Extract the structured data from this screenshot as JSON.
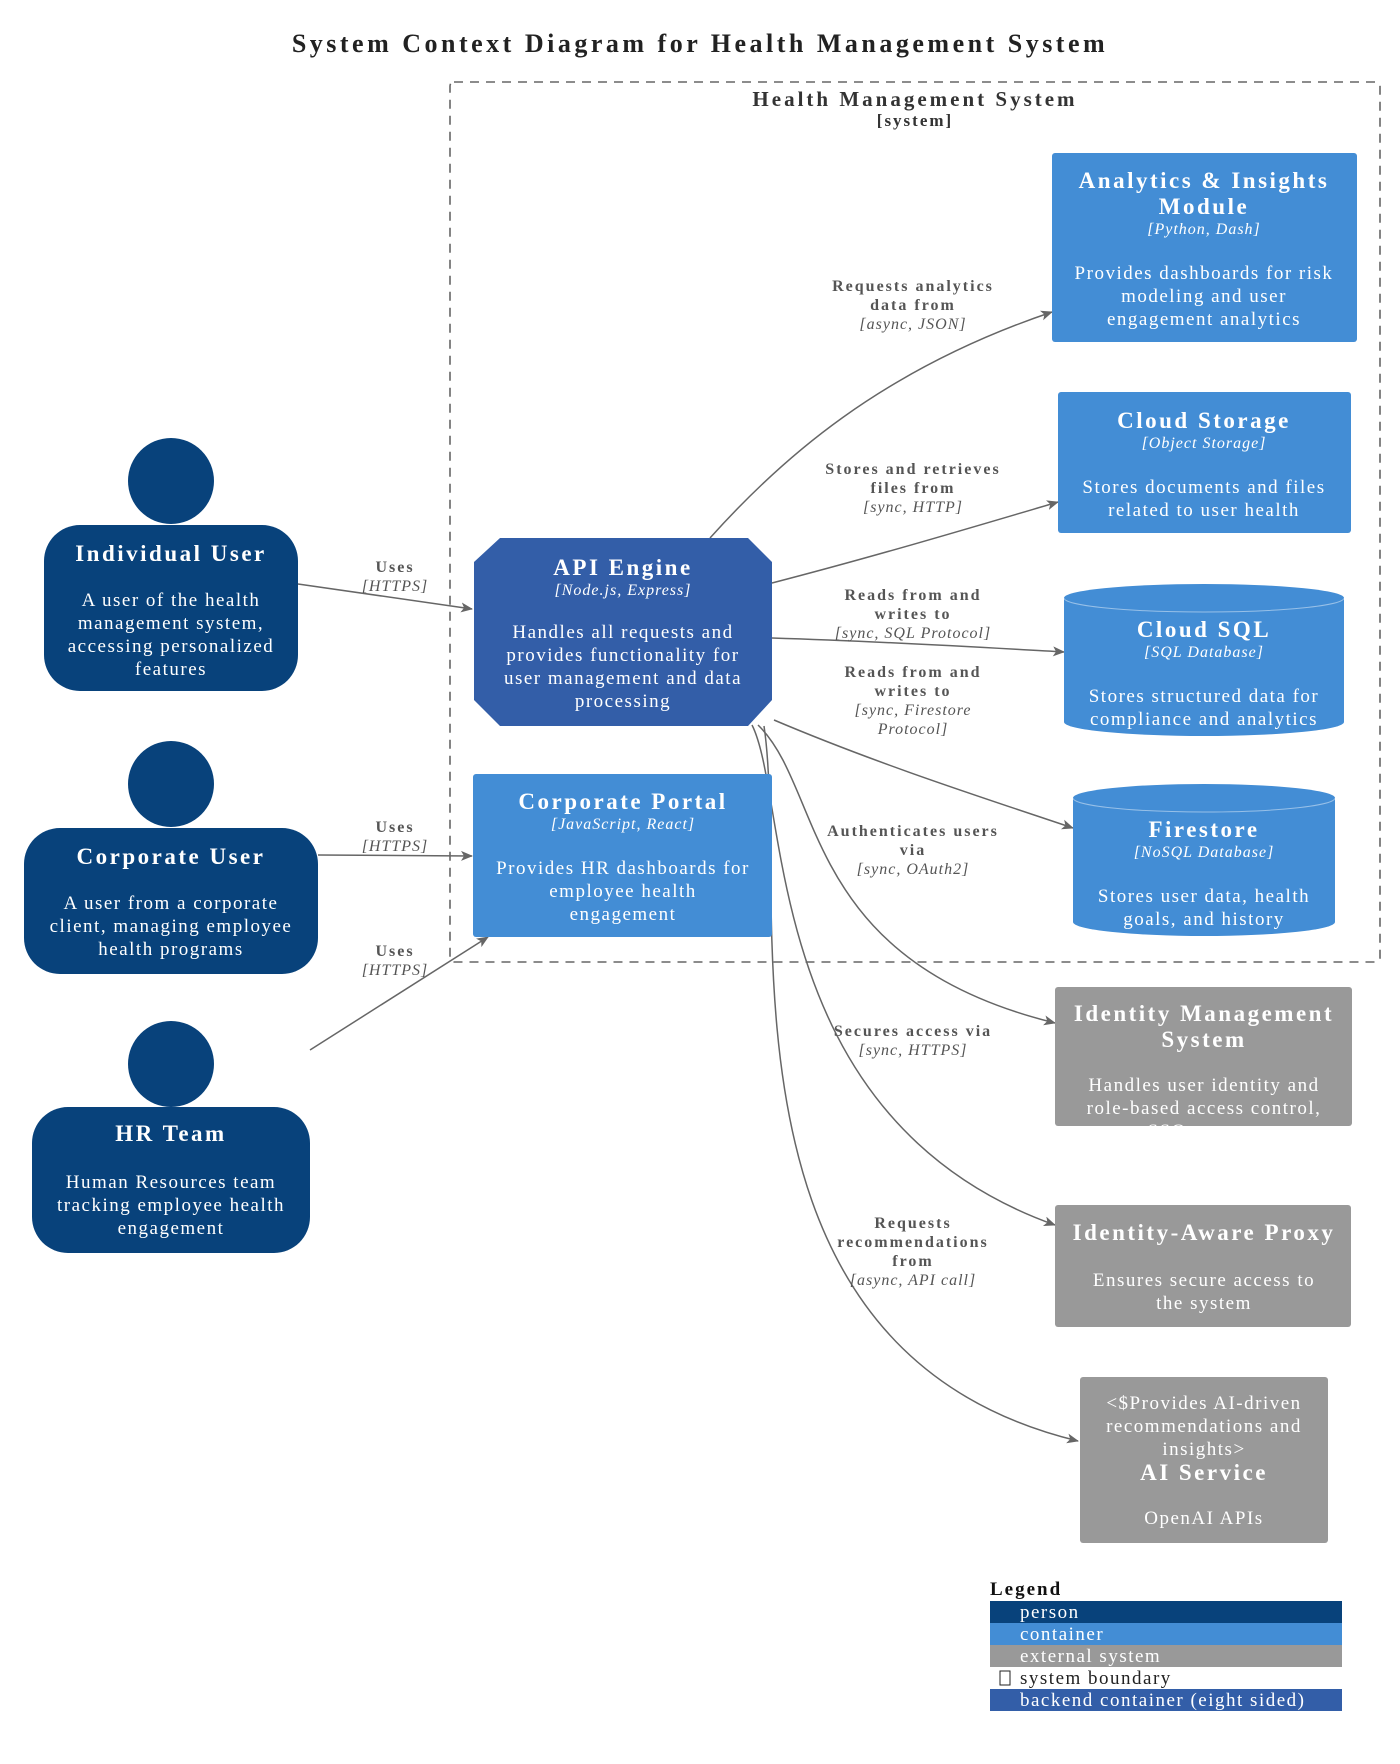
{
  "title": "System Context Diagram for Health Management System",
  "boundary": {
    "name": "Health Management System",
    "kind": "[system]"
  },
  "colors": {
    "person": "#08427b",
    "container": "#438dd5",
    "backend": "#335ea8",
    "external": "#999999",
    "edge": "#666666",
    "boundary_stroke": "#666666"
  },
  "persons": [
    {
      "id": "individual",
      "name": "Individual User",
      "desc": [
        "A user of the health",
        "management system,",
        "accessing personalized",
        "features"
      ]
    },
    {
      "id": "corporate",
      "name": "Corporate User",
      "desc": [
        "A user from a corporate",
        "client, managing employee",
        "health programs"
      ]
    },
    {
      "id": "hr",
      "name": "HR Team",
      "desc": [
        "Human Resources team",
        "tracking employee health",
        "engagement"
      ]
    }
  ],
  "containers": [
    {
      "id": "api",
      "name": "API Engine",
      "tech": "[Node.js, Express]",
      "desc": [
        "Handles all requests and",
        "provides functionality for",
        "user management and data",
        "processing"
      ]
    },
    {
      "id": "portal",
      "name": "Corporate Portal",
      "tech": "[JavaScript, React]",
      "desc": [
        "Provides HR dashboards for",
        "employee health",
        "engagement"
      ]
    },
    {
      "id": "analytics",
      "name_lines": [
        "Analytics & Insights",
        "Module"
      ],
      "tech": "[Python, Dash]",
      "desc": [
        "Provides dashboards for risk",
        "modeling and user",
        "engagement analytics"
      ]
    },
    {
      "id": "storage",
      "name": "Cloud Storage",
      "tech": "[Object Storage]",
      "desc": [
        "Stores documents and files",
        "related to user health"
      ]
    },
    {
      "id": "sql",
      "name": "Cloud SQL",
      "tech": "[SQL Database]",
      "desc": [
        "Stores structured data for",
        "compliance and analytics"
      ]
    },
    {
      "id": "firestore",
      "name": "Firestore",
      "tech": "[NoSQL Database]",
      "desc": [
        "Stores user data, health",
        "goals, and history"
      ]
    }
  ],
  "externals": [
    {
      "id": "idm",
      "name_lines": [
        "Identity Management",
        "System"
      ],
      "desc": [
        "Handles user identity and",
        "role-based access control,",
        "SSO support"
      ]
    },
    {
      "id": "iap",
      "name": "Identity-Aware Proxy",
      "desc": [
        "Ensures secure access to",
        "the system"
      ]
    },
    {
      "id": "ai",
      "pre": [
        "<$Provides AI-driven",
        "recommendations and",
        "insights>"
      ],
      "name": "AI Service",
      "desc": [
        "OpenAI APIs"
      ]
    }
  ],
  "edges": [
    {
      "label": [
        "Uses"
      ],
      "tech": [
        "[HTTPS]"
      ]
    },
    {
      "label": [
        "Uses"
      ],
      "tech": [
        "[HTTPS]"
      ]
    },
    {
      "label": [
        "Uses"
      ],
      "tech": [
        "[HTTPS]"
      ]
    },
    {
      "label": [
        "Requests analytics",
        "data from"
      ],
      "tech": [
        "[async, JSON]"
      ]
    },
    {
      "label": [
        "Stores and retrieves",
        "files from"
      ],
      "tech": [
        "[sync, HTTP]"
      ]
    },
    {
      "label": [
        "Reads from and",
        "writes to"
      ],
      "tech": [
        "[sync, SQL Protocol]"
      ]
    },
    {
      "label": [
        "Reads from and",
        "writes to"
      ],
      "tech": [
        "[sync, Firestore",
        "Protocol]"
      ]
    },
    {
      "label": [
        "Authenticates users",
        "via"
      ],
      "tech": [
        "[sync, OAuth2]"
      ]
    },
    {
      "label": [
        "Secures access via"
      ],
      "tech": [
        "[sync, HTTPS]"
      ]
    },
    {
      "label": [
        "Requests",
        "recommendations",
        "from"
      ],
      "tech": [
        "[async, API call]"
      ]
    }
  ],
  "legend": {
    "title": "Legend",
    "items": [
      {
        "label": "person",
        "bg": "#08427b",
        "fg": "#ffffff"
      },
      {
        "label": "container",
        "bg": "#438dd5",
        "fg": "#ffffff"
      },
      {
        "label": "external system",
        "bg": "#999999",
        "fg": "#ffffff"
      },
      {
        "label": "system boundary",
        "bg": "#ffffff",
        "fg": "#222222"
      },
      {
        "label": "backend container (eight sided)",
        "bg": "#335ea8",
        "fg": "#ffffff"
      }
    ]
  }
}
